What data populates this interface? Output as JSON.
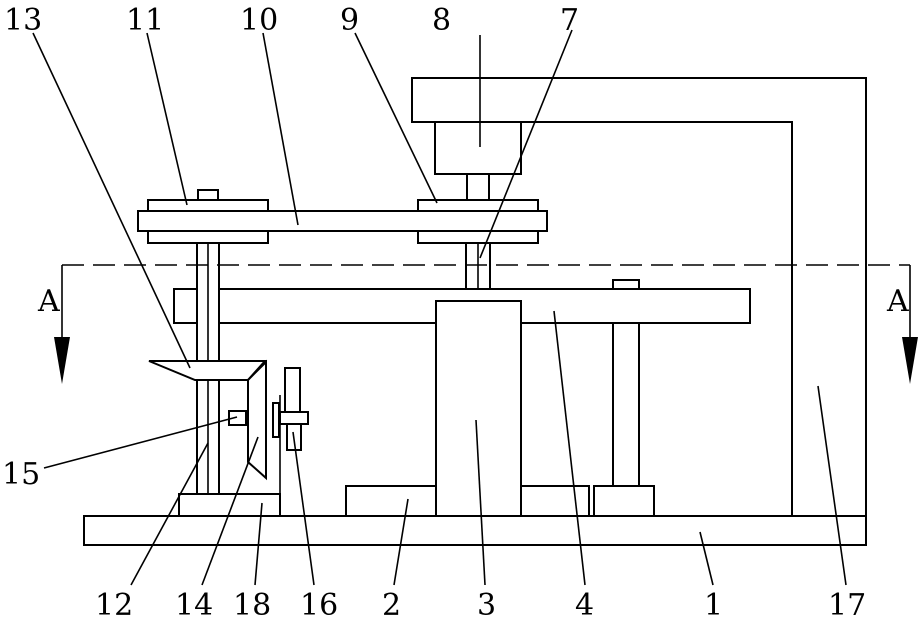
{
  "diagram": {
    "labels": {
      "l1": "1",
      "l2": "2",
      "l3": "3",
      "l4": "4",
      "l7": "7",
      "l8": "8",
      "l9": "9",
      "l10": "10",
      "l11": "11",
      "l12": "12",
      "l13": "13",
      "l14": "14",
      "l15": "15",
      "l16": "16",
      "l17": "17",
      "l18": "18",
      "section_left": "A",
      "section_right": "A"
    }
  }
}
